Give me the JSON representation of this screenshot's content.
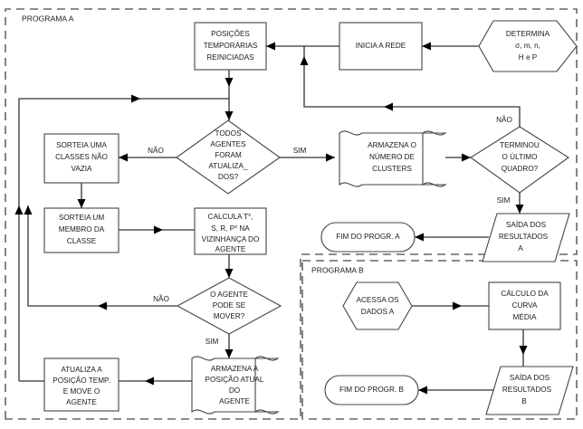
{
  "diagram": {
    "title": "Fluxograma Programa A / Programa B",
    "language": "pt-BR",
    "background": "#ffffff",
    "stroke_color": "#444444",
    "connector_color": "#333333",
    "frame_color": "#666666"
  },
  "frames": [
    {
      "id": "programa-a",
      "label": "PROGRAMA A"
    },
    {
      "id": "programa-b",
      "label": "PROGRAMA B"
    }
  ],
  "nodes": {
    "determina": {
      "shape": "hexagon",
      "line1": "DETERMINA",
      "line2": "σ, m, n,",
      "line3": "H e P"
    },
    "inicia_rede": {
      "shape": "rect",
      "line1": "INICIA A REDE"
    },
    "posicoes_temp": {
      "shape": "rect",
      "line1": "POSIÇÕES",
      "line2": "TEMPORÁRIAS",
      "line3": "REINICIADAS"
    },
    "todos_agentes": {
      "shape": "diamond",
      "line1": "TODOS",
      "line2": "AGENTES",
      "line3": "FORAM",
      "line4": "ATUALIZA_",
      "line5": "DOS?"
    },
    "sorteia_classe": {
      "shape": "rect",
      "line1": "SORTEIA UMA",
      "line2": "CLASSES NÃO",
      "line3": "VAZIA"
    },
    "sorteia_membro": {
      "shape": "rect",
      "line1": "SORTEIA UM",
      "line2": "MEMBRO DA",
      "line3": "CLASSE"
    },
    "calcula": {
      "shape": "rect",
      "line1_pre": "CALCULA T",
      "line1_sup": "x",
      "line1_post": ",",
      "line2_pre": "S, R, P",
      "line2_sup": "x",
      "line2_post": " NA",
      "line3": "VIZINHANÇA DO",
      "line4": "AGENTE"
    },
    "armazena_clusters": {
      "shape": "tape",
      "line1": "ARMAZENA O",
      "line2": "NÚMERO DE",
      "line3": "CLUSTERS"
    },
    "terminou_quadro": {
      "shape": "diamond",
      "line1": "TERMINOU",
      "line2": "O ÚLTIMO",
      "line3": "QUADRO?"
    },
    "saida_a": {
      "shape": "parallelogram",
      "line1": "SAÍDA DOS",
      "line2": "RESULTADOS",
      "line3": "A"
    },
    "fim_a": {
      "shape": "rounded",
      "line1": "FIM DO PROGR. A"
    },
    "agente_move": {
      "shape": "diamond",
      "line1": "O AGENTE",
      "line2": "PODE SE",
      "line3": "MOVER?"
    },
    "armazena_posicao": {
      "shape": "tape",
      "line1": "ARMAZENA A",
      "line2": "POSIÇÃO ATUAL",
      "line3": "DO",
      "line4": "AGENTE"
    },
    "atualiza_posicao": {
      "shape": "rect",
      "line1": "ATUALIZA A",
      "line2": "POSIÇÃO TEMP.",
      "line3": "E MOVE O",
      "line4": "AGENTE"
    },
    "acessa_dados": {
      "shape": "hexagon",
      "line1": "ACESSA OS",
      "line2": "DADOS A"
    },
    "calculo_curva": {
      "shape": "rect",
      "line1": "CÁLCULO DA",
      "line2": "CURVA",
      "line3": "MÉDIA"
    },
    "saida_b": {
      "shape": "parallelogram",
      "line1": "SAÍDA DOS",
      "line2": "RESULTADOS",
      "line3": "B"
    },
    "fim_b": {
      "shape": "rounded",
      "line1": "FIM DO PROGR. B"
    }
  },
  "edge_labels": {
    "todos_nao": "NÃO",
    "todos_sim": "SIM",
    "terminou_nao": "NÃO",
    "terminou_sim": "SIM",
    "move_nao": "NÃO",
    "move_sim": "SIM"
  }
}
